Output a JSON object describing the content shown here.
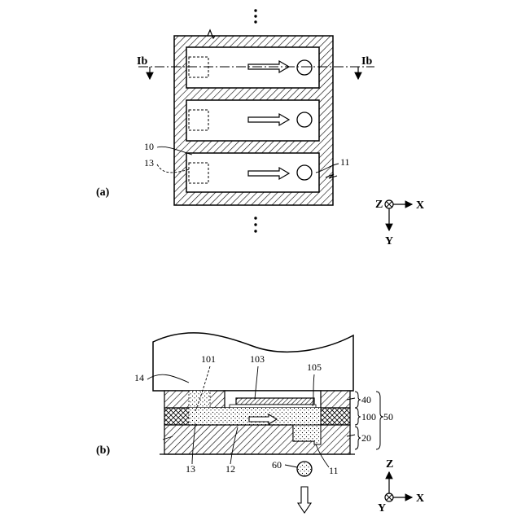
{
  "figure_a": {
    "panel_label": "(a)",
    "section_left": "Ib",
    "section_right": "Ib",
    "refs": {
      "r10": "10",
      "r13": "13",
      "r11": "11"
    },
    "axes": {
      "z": "Z",
      "x": "X",
      "y": "Y"
    }
  },
  "figure_b": {
    "panel_label": "(b)",
    "refs": {
      "r14": "14",
      "r101": "101",
      "r103": "103",
      "r105": "105",
      "r40": "40",
      "r100": "100",
      "r50": "50",
      "r20": "20",
      "r13": "13",
      "r12": "12",
      "r60": "60",
      "r11": "11"
    },
    "axes": {
      "z": "Z",
      "x": "X",
      "y": "Y"
    }
  }
}
